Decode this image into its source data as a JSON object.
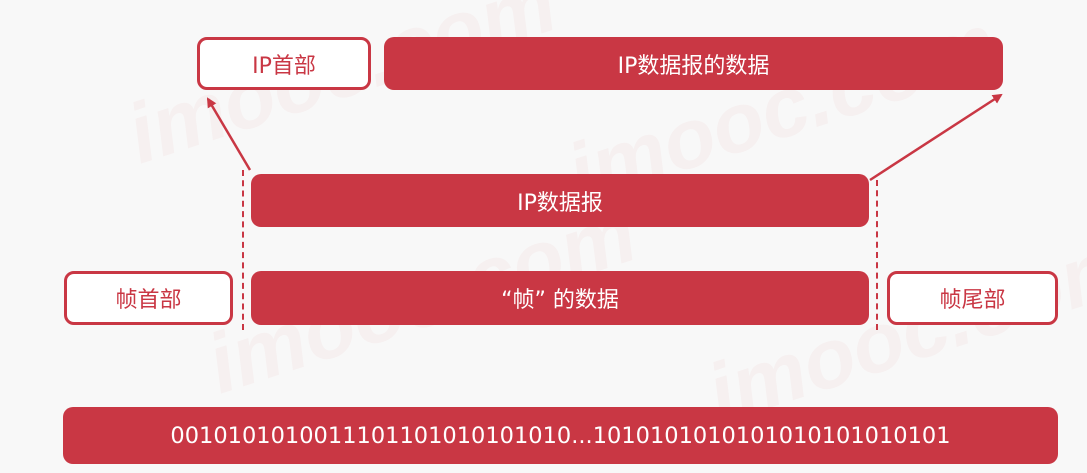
{
  "network_layer": {
    "ip_header": "IP首部",
    "ip_datagram_data": "IP数据报的数据"
  },
  "datagram": {
    "label": "IP数据报"
  },
  "frame": {
    "header": "帧首部",
    "data": "“帧” 的数据",
    "trailer": "帧尾部"
  },
  "bitstream": {
    "bits": "0010101010011101101010101010...1010101010101010101010101"
  },
  "colors": {
    "accent": "#c93744",
    "background": "#f8f8f8"
  }
}
